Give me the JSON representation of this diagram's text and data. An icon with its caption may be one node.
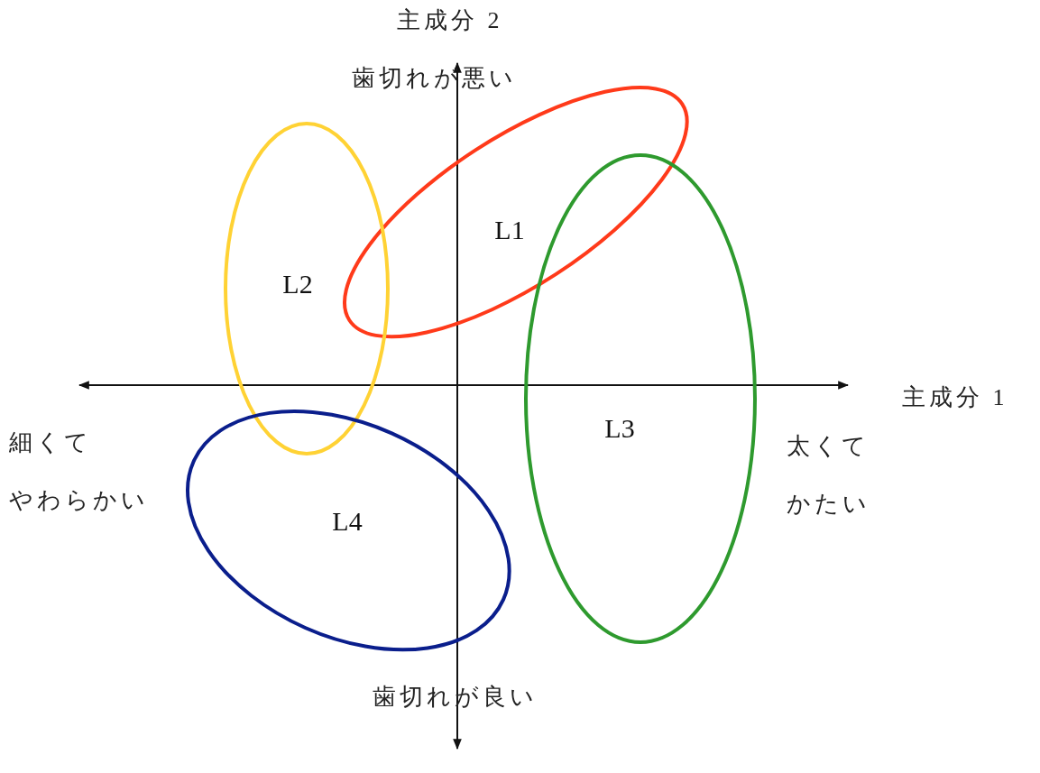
{
  "diagram": {
    "nodes": [
      {
        "text": [
          "L1"
        ]
      },
      {
        "text": [
          "L2"
        ]
      },
      {
        "text": [
          "L3"
        ]
      },
      {
        "text": [
          "L4"
        ]
      }
    ],
    "labels": [
      "主成分 2",
      "歯切れが悪い",
      "主成分 1",
      "細くて",
      "やわらかい",
      "太くて",
      "かたい",
      "歯切れが良い"
    ]
  }
}
